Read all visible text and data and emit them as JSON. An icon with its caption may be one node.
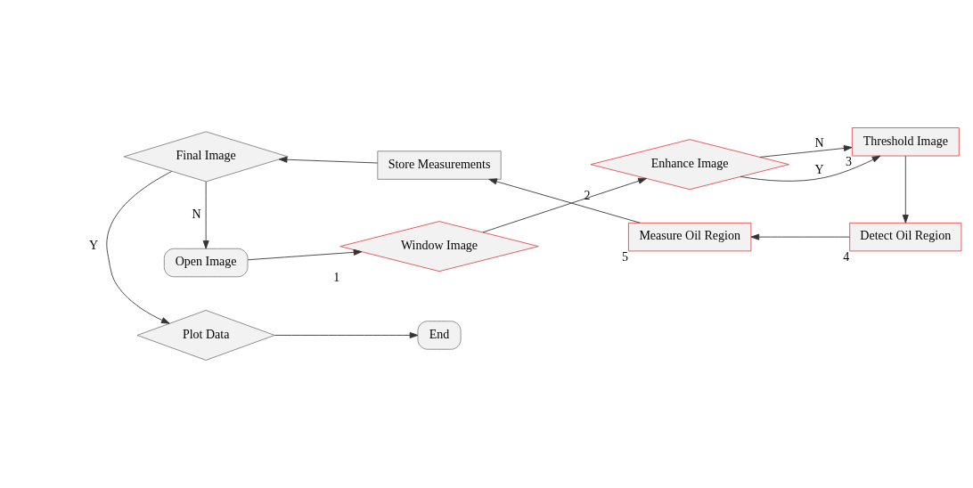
{
  "diagram": {
    "nodes": [
      {
        "text": [
          "Open Image"
        ]
      },
      {
        "text": [
          "Window Image"
        ],
        "beside": [
          "1"
        ]
      },
      {
        "text": [
          "Enhance Image"
        ],
        "beside": [
          "2"
        ]
      },
      {
        "text": [
          "Threshold Image"
        ],
        "beside": [
          "3"
        ]
      },
      {
        "text": [
          "Detect Oil Region"
        ],
        "beside": [
          "4"
        ]
      },
      {
        "text": [
          "Measure Oil Region"
        ],
        "beside": [
          "5"
        ]
      },
      {
        "text": [
          "Store Measurements"
        ]
      },
      {
        "text": [
          "Final Image"
        ]
      },
      {
        "text": [
          "Plot Data"
        ]
      },
      {
        "text": [
          "End"
        ]
      }
    ],
    "edges": [
      {
        "from": 0,
        "to": 1,
        "arrow": "to"
      },
      {
        "from": 1,
        "to": 2,
        "arrow": "to"
      },
      {
        "from": 2,
        "to": 3,
        "label": "Y",
        "arrow": "to"
      },
      {
        "from": 2,
        "to": 3,
        "label": "N",
        "arrow": "to"
      },
      {
        "from": 3,
        "to": 4,
        "arrow": "to"
      },
      {
        "from": 4,
        "to": 5,
        "arrow": "to"
      },
      {
        "from": 5,
        "to": 6,
        "arrow": "to"
      },
      {
        "from": 6,
        "to": 7,
        "arrow": "to"
      },
      {
        "from": 7,
        "to": 0,
        "label": "N",
        "arrow": "to"
      },
      {
        "from": 7,
        "to": 8,
        "label": "Y",
        "arrow": "to"
      },
      {
        "from": 8,
        "to": 9,
        "arrow": "to"
      }
    ]
  }
}
